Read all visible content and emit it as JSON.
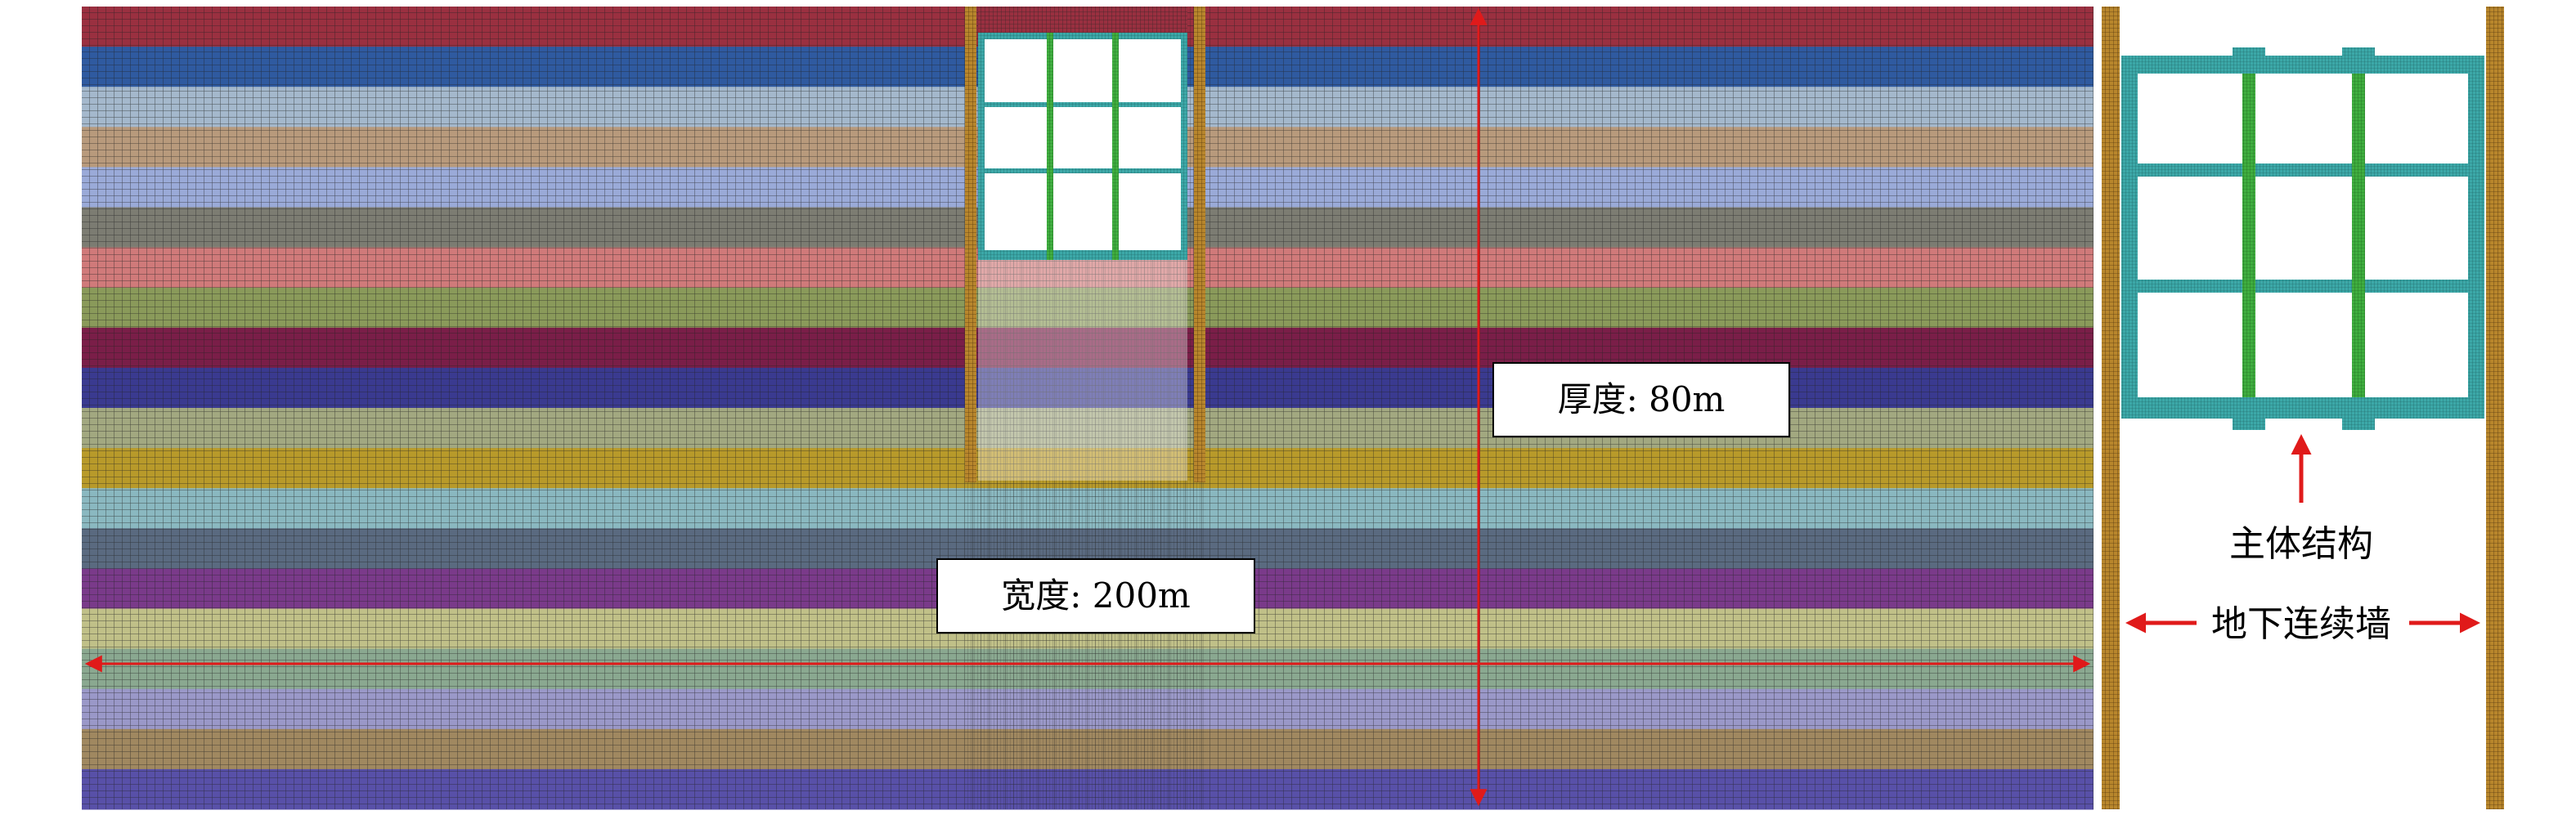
{
  "labels": {
    "width": "宽度: 200m",
    "thickness": "厚度: 80m",
    "main_structure": "主体结构",
    "diaphragm_wall": "地下连续墙"
  },
  "colors": {
    "soil_layers": [
      "#9a3040",
      "#2f5aa0",
      "#a4b8cc",
      "#b89a7c",
      "#9aaad8",
      "#7c7c72",
      "#d07a7a",
      "#8a9a5a",
      "#7a1e48",
      "#3a3a90",
      "#a2a880",
      "#b89a2a",
      "#8ab8c0",
      "#5a6a80",
      "#7a3a8a",
      "#c0c088",
      "#8aa890",
      "#9a98c8",
      "#a08860",
      "#5850a8"
    ],
    "arrow": "#e01a1a",
    "mesh_line": "#222222",
    "structure_mesh": "#3ca8a8",
    "column_mesh": "#3fae3f",
    "wall_mesh": "#b8862c"
  }
}
